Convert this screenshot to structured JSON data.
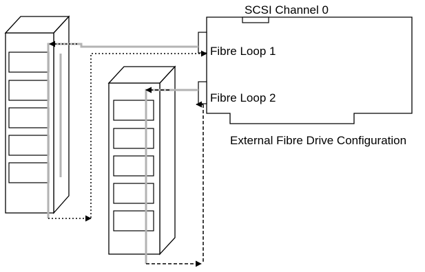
{
  "diagram": {
    "labels": {
      "scsi_channel": "SCSI Channel 0",
      "fibre_loop_1": "Fibre Loop 1",
      "fibre_loop_2": "Fibre Loop 2",
      "caption": "External Fibre Drive Configuration"
    },
    "enclosures": [
      {
        "name": "enclosure-left",
        "drive_bays": 5
      },
      {
        "name": "enclosure-right",
        "drive_bays": 5
      }
    ],
    "colors": {
      "outline": "#000000",
      "cable": "#b3b3b3",
      "background": "#ffffff"
    }
  }
}
